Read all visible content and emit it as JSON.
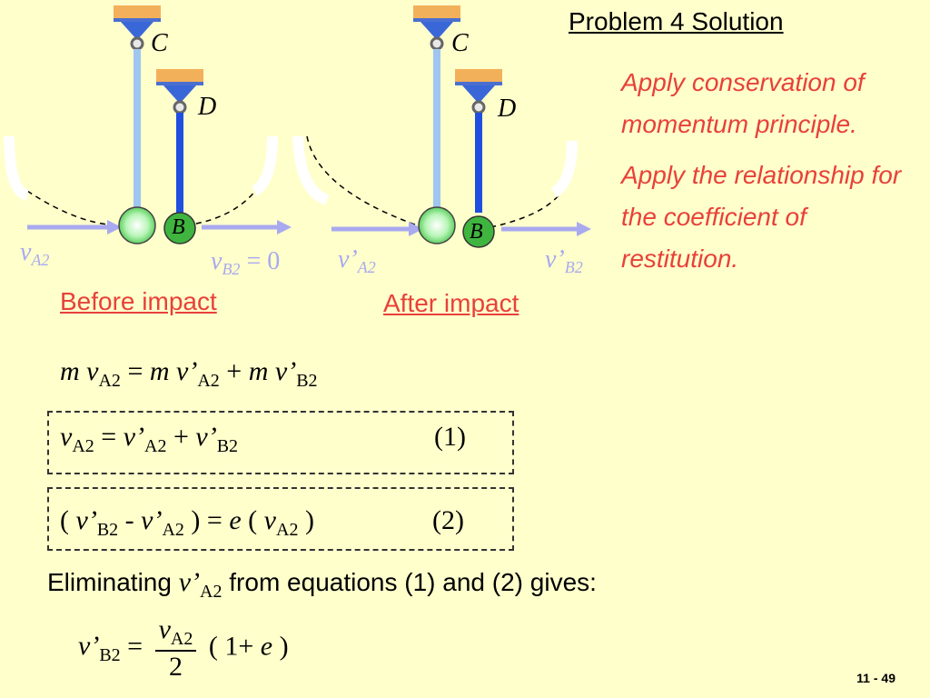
{
  "slide": {
    "title": "Problem  4 Solution",
    "notes": [
      "Apply conservation of momentum principle.",
      "Apply the relationship for the coefficient of restitution."
    ],
    "page_number": "11 - 49"
  },
  "diagram": {
    "before": {
      "caption": "Before impact",
      "pivot_c": "C",
      "pivot_d": "D",
      "ball_b": "B",
      "v_a2": "A2",
      "v_b2": "B2",
      "v_b2_value": "= 0"
    },
    "after": {
      "caption": "After impact",
      "pivot_c": "C",
      "pivot_d": "D",
      "ball_b": "B",
      "v_a2": "A2",
      "v_b2": "B2"
    }
  },
  "equations": {
    "momentum": "m v_A2 = m v'_A2 + m v'_B2",
    "eq1_tag": "(1)",
    "eq2_tag": "(2)",
    "eliminating_prefix": "Eliminating",
    "eliminating_suffix": "from equations (1) and (2) gives:",
    "final": "v'_B2 = v_A2 / 2 ( 1+ e )"
  },
  "colors": {
    "background": "#ffffcc",
    "accent_red": "#e8413a",
    "velocity_arrow": "#a9a9f0",
    "rod_light": "#9fc6f0",
    "rod_dark": "#1f4fe0",
    "ball_green": "#88ee88",
    "support_orange": "#f3b05a"
  }
}
